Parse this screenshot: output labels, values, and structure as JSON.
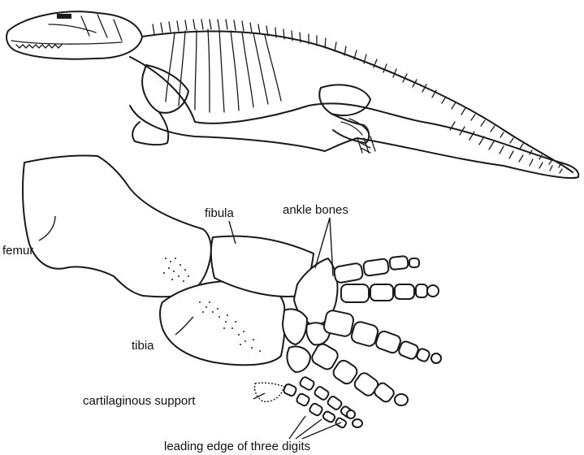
{
  "labels": {
    "fibula": "fibula",
    "ankle_bones": "ankle bones",
    "femur": "femur",
    "tibia": "tibia",
    "cartilaginous_support": "cartilaginous support",
    "leading_edge": "leading edge of three digits"
  }
}
